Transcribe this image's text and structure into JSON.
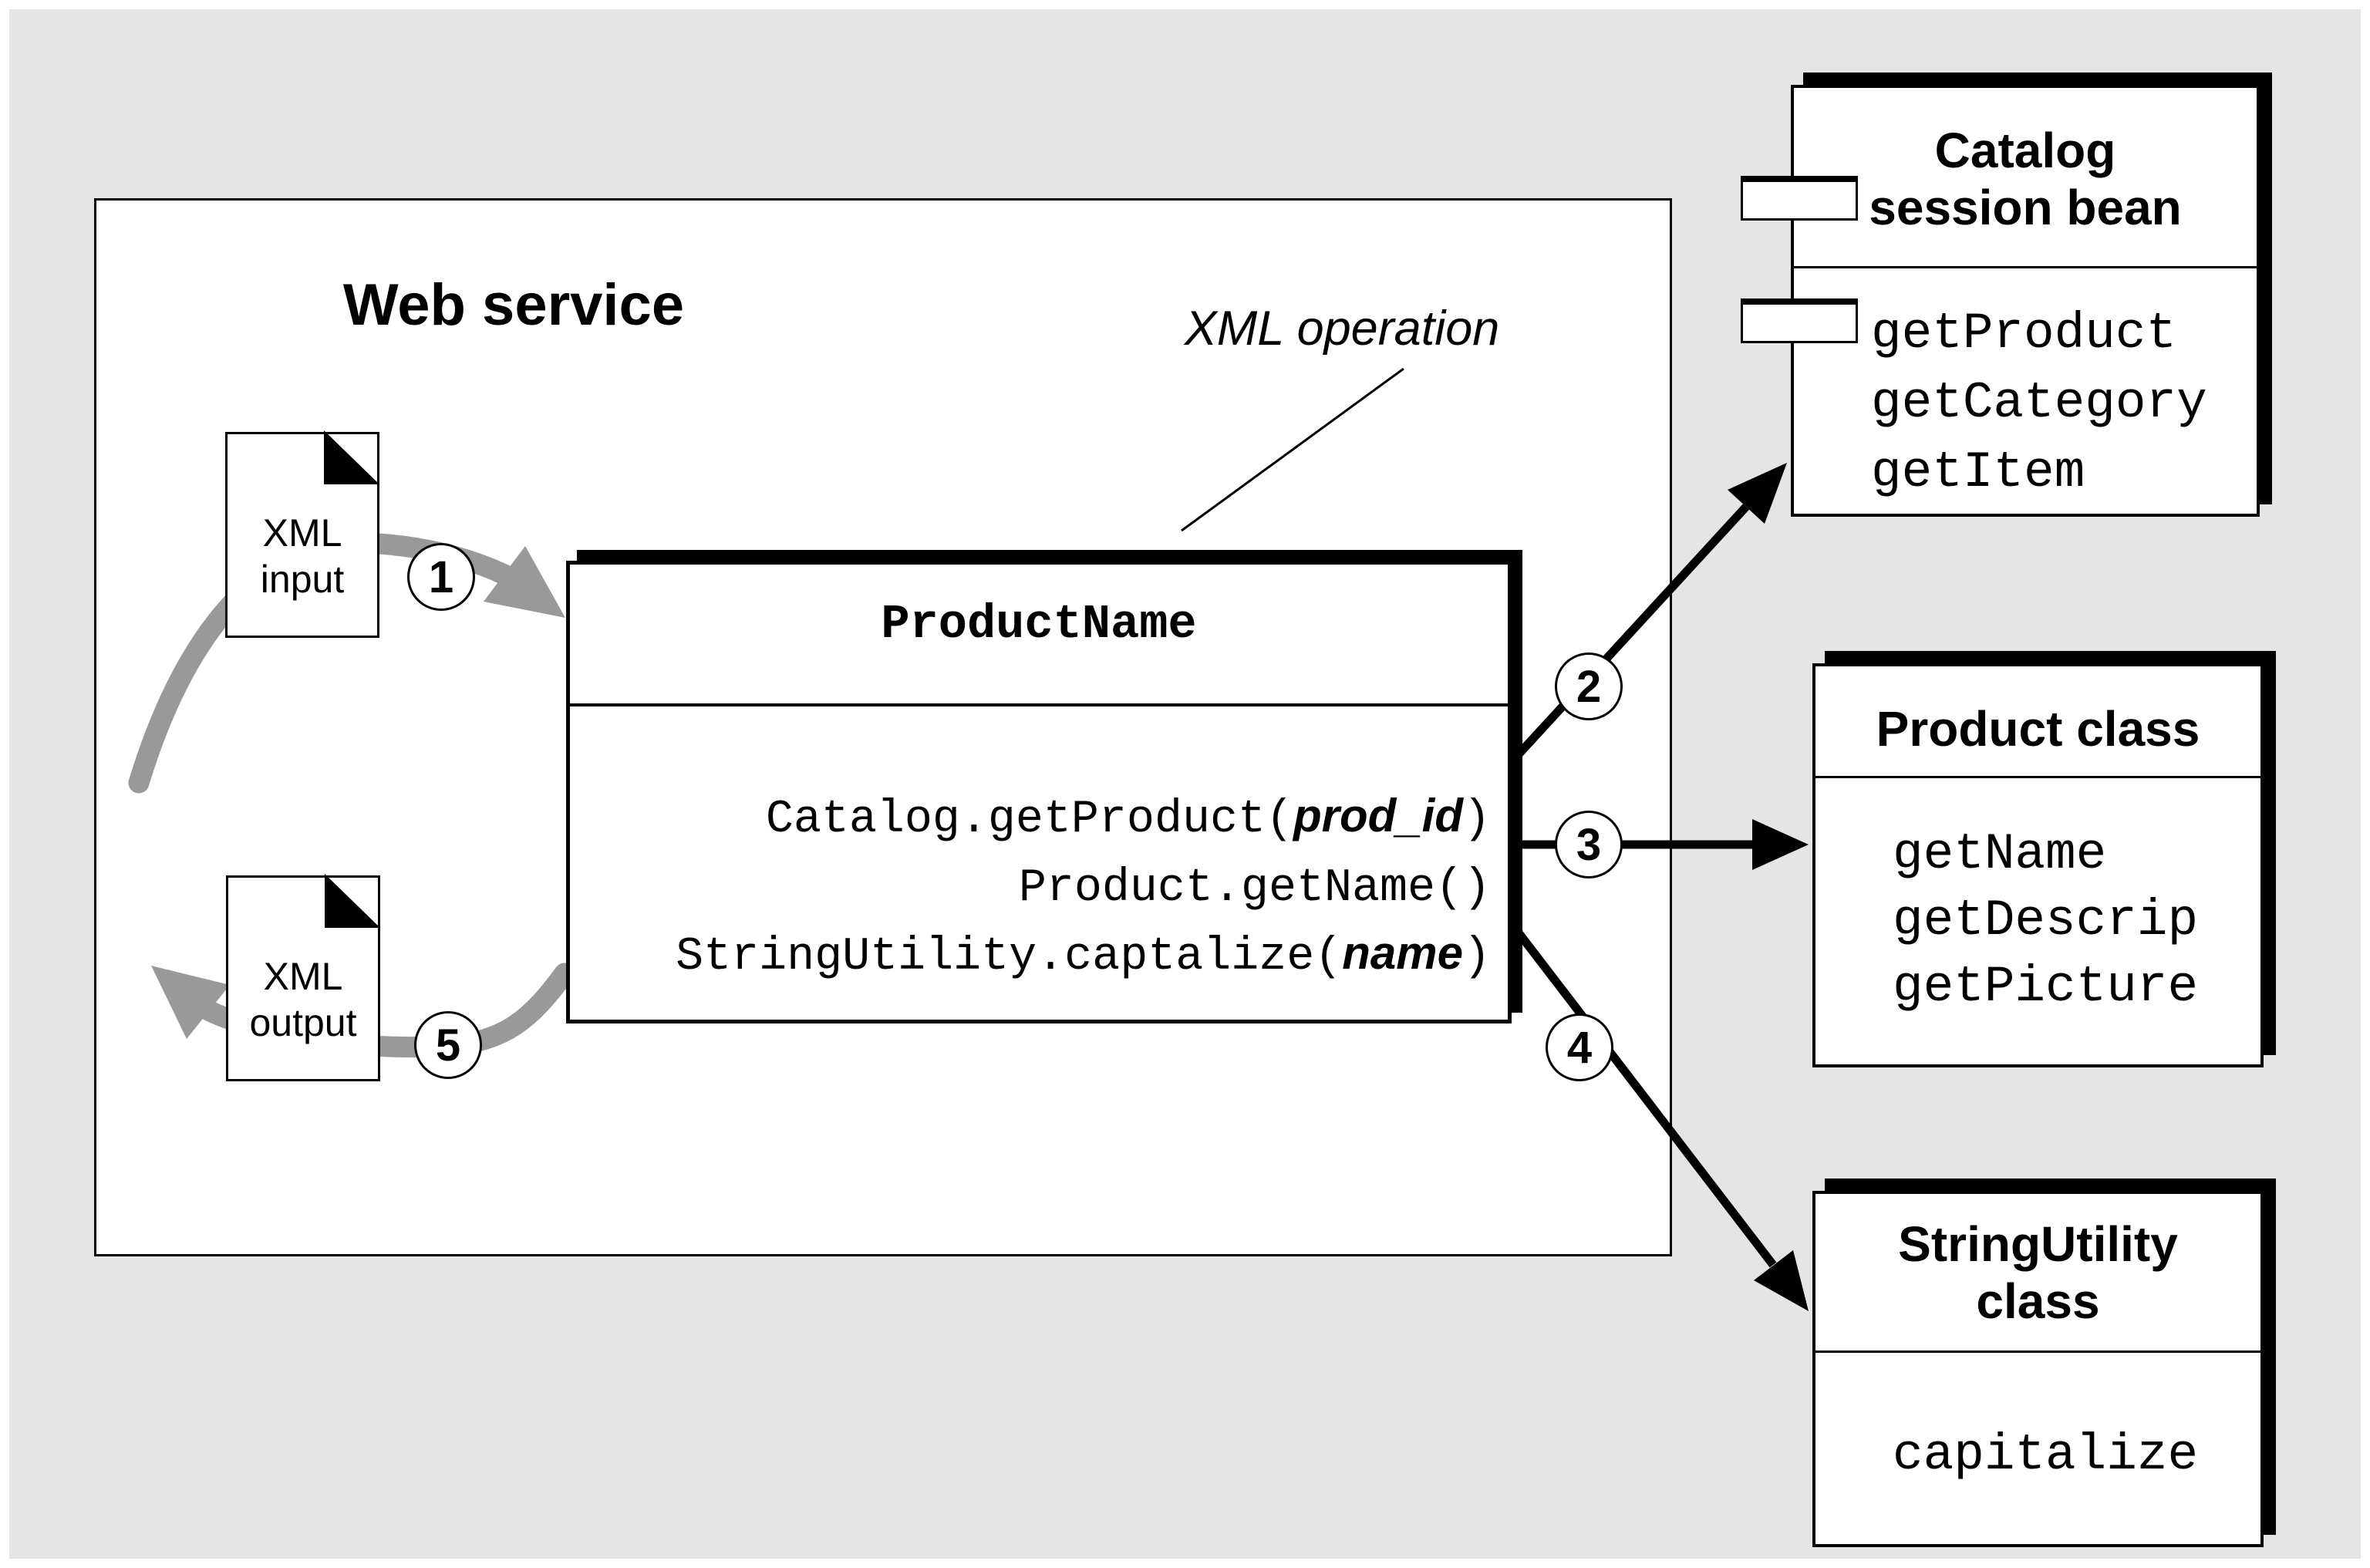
{
  "colors": {
    "background": "#e5e5e5",
    "surface": "#ffffff",
    "ink": "#000000",
    "arrow_grey": "#999999"
  },
  "web_service": {
    "title": "Web service",
    "operation_label": "XML operation"
  },
  "documents": {
    "input": {
      "line1": "XML",
      "line2": "input"
    },
    "output": {
      "line1": "XML",
      "line2": "output"
    }
  },
  "steps": [
    "1",
    "2",
    "3",
    "4",
    "5"
  ],
  "operation_box": {
    "title": "ProductName",
    "calls": [
      {
        "pre": "Catalog.getProduct(",
        "param": "prod_id",
        "post": ")"
      },
      {
        "pre": "Product.getName()",
        "param": "",
        "post": ""
      },
      {
        "pre": "StringUtility.captalize(",
        "param": "name",
        "post": ")"
      }
    ]
  },
  "classes": {
    "catalog": {
      "title_line1": "Catalog",
      "title_line2": "session bean",
      "methods": [
        "getProduct",
        "getCategory",
        "getItem"
      ]
    },
    "product": {
      "title": "Product class",
      "methods": [
        "getName",
        "getDescrip",
        "getPicture"
      ]
    },
    "string_utility": {
      "title_line1": "StringUtility",
      "title_line2": "class",
      "methods": [
        "capitalize"
      ]
    }
  }
}
